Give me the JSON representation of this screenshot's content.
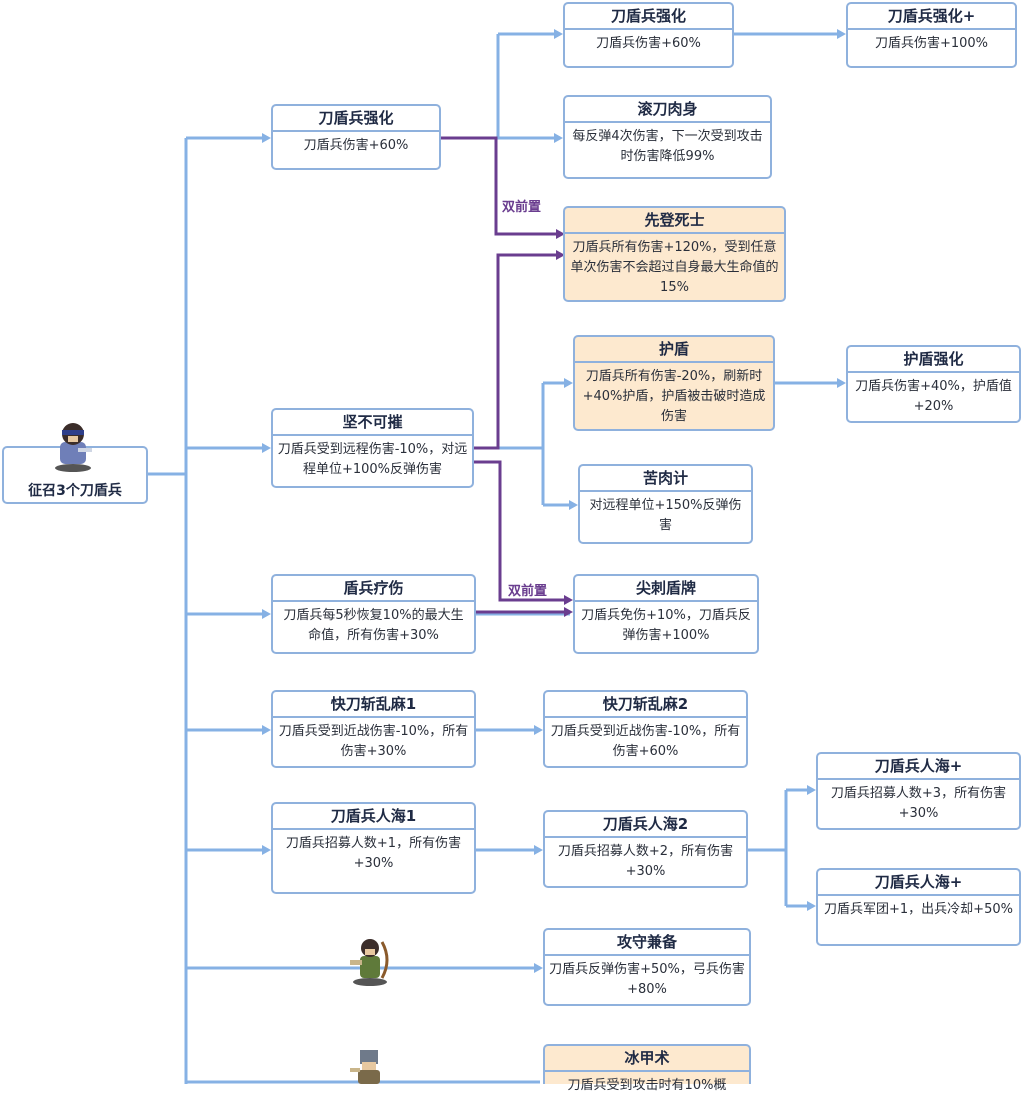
{
  "root": {
    "label": "征召3个刀盾兵",
    "icon": "soldier-icon"
  },
  "prereq_labels": {
    "a": "双前置",
    "b": "双前置"
  },
  "nodes": {
    "n1": {
      "title": "刀盾兵强化",
      "desc": "刀盾兵伤害+60%"
    },
    "n2": {
      "title": "刀盾兵强化+",
      "desc": "刀盾兵伤害+100%"
    },
    "n3": {
      "title": "刀盾兵强化",
      "desc": "刀盾兵伤害+60%"
    },
    "n4": {
      "title": "滚刀肉身",
      "desc": "每反弹4次伤害，下一次受到攻击时伤害降低99%"
    },
    "n5": {
      "title": "先登死士",
      "desc": "刀盾兵所有伤害+120%，受到任意单次伤害不会超过自身最大生命值的15%"
    },
    "n6": {
      "title": "护盾",
      "desc": "刀盾兵所有伤害-20%，刷新时+40%护盾，护盾被击破时造成伤害"
    },
    "n7": {
      "title": "护盾强化",
      "desc": "刀盾兵伤害+40%，护盾值+20%"
    },
    "n8": {
      "title": "坚不可摧",
      "desc": "刀盾兵受到远程伤害-10%，对远程单位+100%反弹伤害"
    },
    "n9": {
      "title": "苦肉计",
      "desc": "对远程单位+150%反弹伤害"
    },
    "n10": {
      "title": "盾兵疗伤",
      "desc": "刀盾兵每5秒恢复10%的最大生命值，所有伤害+30%"
    },
    "n11": {
      "title": "尖刺盾牌",
      "desc": "刀盾兵免伤+10%，刀盾兵反弹伤害+100%"
    },
    "n12": {
      "title": "快刀斩乱麻1",
      "desc": "刀盾兵受到近战伤害-10%，所有伤害+30%"
    },
    "n13": {
      "title": "快刀斩乱麻2",
      "desc": "刀盾兵受到近战伤害-10%，所有伤害+60%"
    },
    "n14": {
      "title": "刀盾兵人海1",
      "desc": "刀盾兵招募人数+1，所有伤害+30%"
    },
    "n15": {
      "title": "刀盾兵人海2",
      "desc": "刀盾兵招募人数+2，所有伤害+30%"
    },
    "n16": {
      "title": "刀盾兵人海+",
      "desc": "刀盾兵招募人数+3，所有伤害+30%"
    },
    "n17": {
      "title": "刀盾兵人海+",
      "desc": "刀盾兵军团+1，出兵冷却+50%"
    },
    "n18": {
      "title": "攻守兼备",
      "desc": "刀盾兵反弹伤害+50%，弓兵伤害+80%"
    },
    "n19": {
      "title": "冰甲术",
      "desc": "刀盾兵受到攻击时有10%概"
    }
  },
  "colors": {
    "edge_primary": "#86b1e4",
    "edge_prereq": "#6a3d8f",
    "node_border": "#8fb1dd",
    "node_highlight": "#fde9cf"
  },
  "sprites": [
    "soldier-icon",
    "archer-icon",
    "lancer-icon"
  ]
}
